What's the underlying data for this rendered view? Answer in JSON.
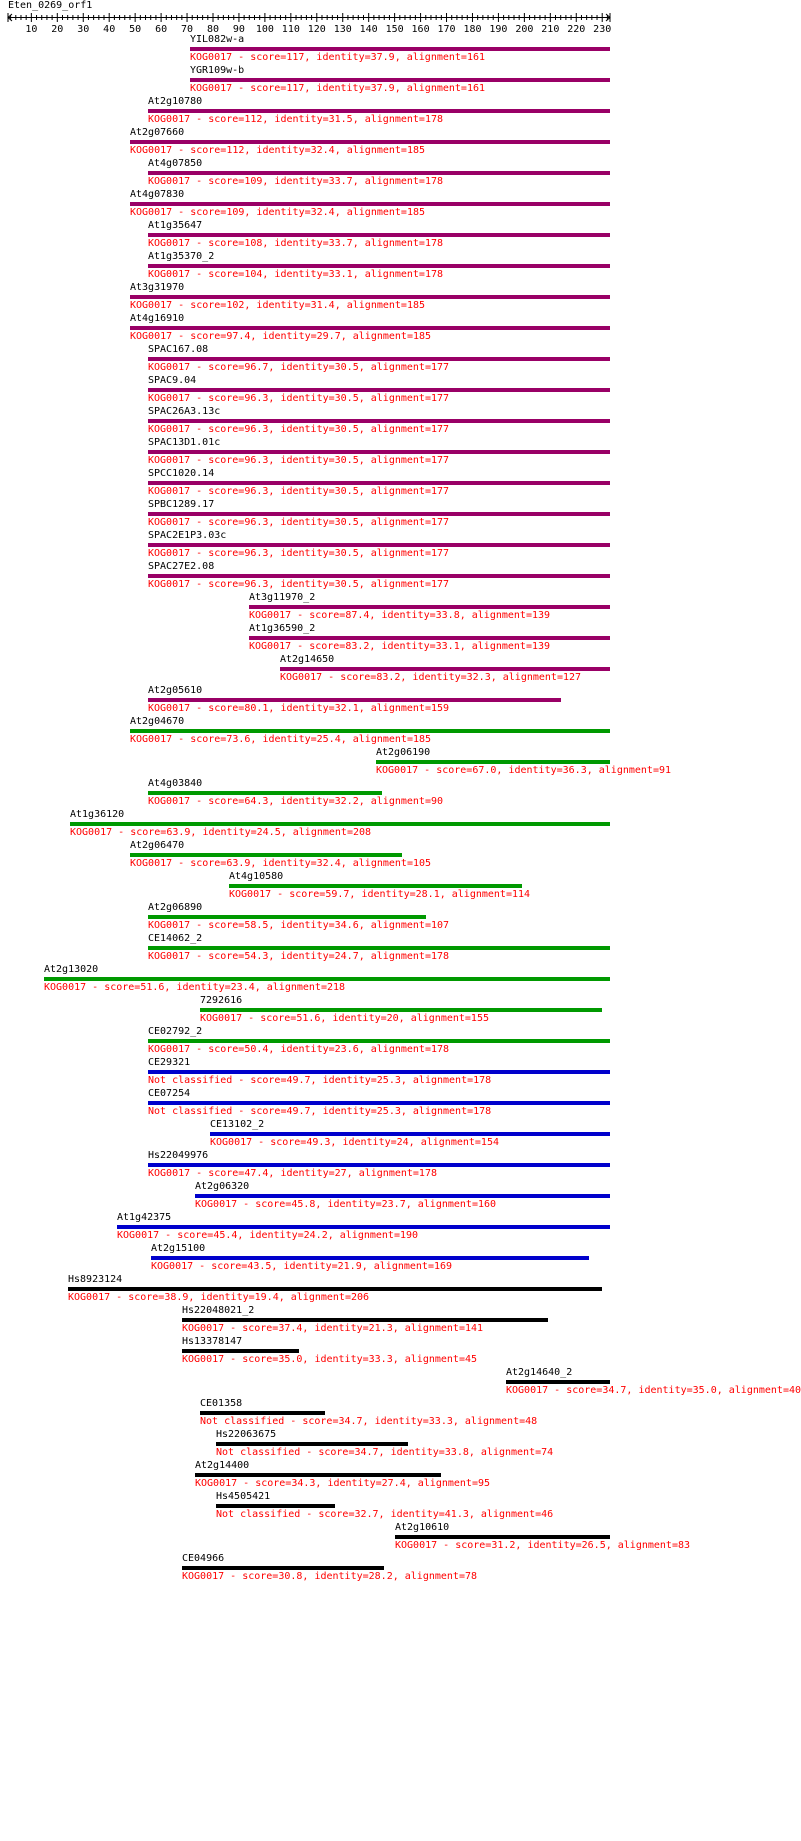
{
  "query": {
    "name": "Eten_0269_orf1",
    "length": 233,
    "ticks": [
      10,
      20,
      30,
      40,
      50,
      60,
      70,
      80,
      90,
      100,
      110,
      120,
      130,
      140,
      150,
      160,
      170,
      180,
      190,
      200,
      210,
      220,
      230
    ]
  },
  "colors": {
    "purple": "#990066",
    "green": "#009900",
    "blue": "#0000cc",
    "black": "#000000",
    "label_red": "#ff0000",
    "ruler": "#000000"
  },
  "hits": [
    {
      "name": "YIL082w-a",
      "start": 71,
      "end": 233,
      "color": "purple",
      "desc": "KOG0017 - score=117, identity=37.9, alignment=161"
    },
    {
      "name": "YGR109w-b",
      "start": 71,
      "end": 233,
      "color": "purple",
      "desc": "KOG0017 - score=117, identity=37.9, alignment=161"
    },
    {
      "name": "At2g10780",
      "start": 55,
      "end": 233,
      "color": "purple",
      "desc": "KOG0017 - score=112, identity=31.5, alignment=178"
    },
    {
      "name": "At2g07660",
      "start": 48,
      "end": 233,
      "color": "purple",
      "desc": "KOG0017 - score=112, identity=32.4, alignment=185"
    },
    {
      "name": "At4g07850",
      "start": 55,
      "end": 233,
      "color": "purple",
      "desc": "KOG0017 - score=109, identity=33.7, alignment=178"
    },
    {
      "name": "At4g07830",
      "start": 48,
      "end": 233,
      "color": "purple",
      "desc": "KOG0017 - score=109, identity=32.4, alignment=185"
    },
    {
      "name": "At1g35647",
      "start": 55,
      "end": 233,
      "color": "purple",
      "desc": "KOG0017 - score=108, identity=33.7, alignment=178"
    },
    {
      "name": "At1g35370_2",
      "start": 55,
      "end": 233,
      "color": "purple",
      "desc": "KOG0017 - score=104, identity=33.1, alignment=178"
    },
    {
      "name": "At3g31970",
      "start": 48,
      "end": 233,
      "color": "purple",
      "desc": "KOG0017 - score=102, identity=31.4, alignment=185"
    },
    {
      "name": "At4g16910",
      "start": 48,
      "end": 233,
      "color": "purple",
      "desc": "KOG0017 - score=97.4, identity=29.7, alignment=185"
    },
    {
      "name": "SPAC167.08",
      "start": 55,
      "end": 233,
      "color": "purple",
      "desc": "KOG0017 - score=96.7, identity=30.5, alignment=177"
    },
    {
      "name": "SPAC9.04",
      "start": 55,
      "end": 233,
      "color": "purple",
      "desc": "KOG0017 - score=96.3, identity=30.5, alignment=177"
    },
    {
      "name": "SPAC26A3.13c",
      "start": 55,
      "end": 233,
      "color": "purple",
      "desc": "KOG0017 - score=96.3, identity=30.5, alignment=177"
    },
    {
      "name": "SPAC13D1.01c",
      "start": 55,
      "end": 233,
      "color": "purple",
      "desc": "KOG0017 - score=96.3, identity=30.5, alignment=177"
    },
    {
      "name": "SPCC1020.14",
      "start": 55,
      "end": 233,
      "color": "purple",
      "desc": "KOG0017 - score=96.3, identity=30.5, alignment=177"
    },
    {
      "name": "SPBC1289.17",
      "start": 55,
      "end": 233,
      "color": "purple",
      "desc": "KOG0017 - score=96.3, identity=30.5, alignment=177"
    },
    {
      "name": "SPAC2E1P3.03c",
      "start": 55,
      "end": 233,
      "color": "purple",
      "desc": "KOG0017 - score=96.3, identity=30.5, alignment=177"
    },
    {
      "name": "SPAC27E2.08",
      "start": 55,
      "end": 233,
      "color": "purple",
      "desc": "KOG0017 - score=96.3, identity=30.5, alignment=177"
    },
    {
      "name": "At3g11970_2",
      "start": 94,
      "end": 233,
      "color": "purple",
      "desc": "KOG0017 - score=87.4, identity=33.8, alignment=139"
    },
    {
      "name": "At1g36590_2",
      "start": 94,
      "end": 233,
      "color": "purple",
      "desc": "KOG0017 - score=83.2, identity=33.1, alignment=139"
    },
    {
      "name": "At2g14650",
      "start": 106,
      "end": 233,
      "color": "purple",
      "desc": "KOG0017 - score=83.2, identity=32.3, alignment=127"
    },
    {
      "name": "At2g05610",
      "start": 55,
      "end": 214,
      "color": "purple",
      "desc": "KOG0017 - score=80.1, identity=32.1, alignment=159"
    },
    {
      "name": "At2g04670",
      "start": 48,
      "end": 233,
      "color": "green",
      "desc": "KOG0017 - score=73.6, identity=25.4, alignment=185"
    },
    {
      "name": "At2g06190",
      "start": 143,
      "end": 233,
      "color": "green",
      "desc": "KOG0017 - score=67.0, identity=36.3, alignment=91"
    },
    {
      "name": "At4g03840",
      "start": 55,
      "end": 145,
      "color": "green",
      "desc": "KOG0017 - score=64.3, identity=32.2, alignment=90"
    },
    {
      "name": "At1g36120",
      "start": 25,
      "end": 233,
      "color": "green",
      "desc": "KOG0017 - score=63.9, identity=24.5, alignment=208"
    },
    {
      "name": "At2g06470",
      "start": 48,
      "end": 153,
      "color": "green",
      "desc": "KOG0017 - score=63.9, identity=32.4, alignment=105"
    },
    {
      "name": "At4g10580",
      "start": 86,
      "end": 199,
      "color": "green",
      "desc": "KOG0017 - score=59.7, identity=28.1, alignment=114"
    },
    {
      "name": "At2g06890",
      "start": 55,
      "end": 162,
      "color": "green",
      "desc": "KOG0017 - score=58.5, identity=34.6, alignment=107"
    },
    {
      "name": "CE14062_2",
      "start": 55,
      "end": 233,
      "color": "green",
      "desc": "KOG0017 - score=54.3, identity=24.7, alignment=178"
    },
    {
      "name": "At2g13020",
      "start": 15,
      "end": 233,
      "color": "green",
      "desc": "KOG0017 - score=51.6, identity=23.4, alignment=218"
    },
    {
      "name": "7292616",
      "start": 75,
      "end": 230,
      "color": "green",
      "desc": "KOG0017 - score=51.6, identity=20, alignment=155"
    },
    {
      "name": "CE02792_2",
      "start": 55,
      "end": 233,
      "color": "green",
      "desc": "KOG0017 - score=50.4, identity=23.6, alignment=178"
    },
    {
      "name": "CE29321",
      "start": 55,
      "end": 233,
      "color": "blue",
      "desc": "Not classified - score=49.7, identity=25.3, alignment=178"
    },
    {
      "name": "CE07254",
      "start": 55,
      "end": 233,
      "color": "blue",
      "desc": "Not classified - score=49.7, identity=25.3, alignment=178"
    },
    {
      "name": "CE13102_2",
      "start": 79,
      "end": 233,
      "color": "blue",
      "desc": "KOG0017 - score=49.3, identity=24, alignment=154"
    },
    {
      "name": "Hs22049976",
      "start": 55,
      "end": 233,
      "color": "blue",
      "desc": "KOG0017 - score=47.4, identity=27, alignment=178"
    },
    {
      "name": "At2g06320",
      "start": 73,
      "end": 233,
      "color": "blue",
      "desc": "KOG0017 - score=45.8, identity=23.7, alignment=160"
    },
    {
      "name": "At1g42375",
      "start": 43,
      "end": 233,
      "color": "blue",
      "desc": "KOG0017 - score=45.4, identity=24.2, alignment=190"
    },
    {
      "name": "At2g15100",
      "start": 56,
      "end": 225,
      "color": "blue",
      "desc": "KOG0017 - score=43.5, identity=21.9, alignment=169"
    },
    {
      "name": "Hs8923124",
      "start": 24,
      "end": 230,
      "color": "black",
      "desc": "KOG0017 - score=38.9, identity=19.4, alignment=206"
    },
    {
      "name": "Hs22048021_2",
      "start": 68,
      "end": 209,
      "color": "black",
      "desc": "KOG0017 - score=37.4, identity=21.3, alignment=141"
    },
    {
      "name": "Hs13378147",
      "start": 68,
      "end": 113,
      "color": "black",
      "desc": "KOG0017 - score=35.0, identity=33.3, alignment=45"
    },
    {
      "name": "At2g14640_2",
      "start": 193,
      "end": 233,
      "color": "black",
      "desc": "KOG0017 - score=34.7, identity=35.0, alignment=40"
    },
    {
      "name": "CE01358",
      "start": 75,
      "end": 123,
      "color": "black",
      "desc": "Not classified - score=34.7, identity=33.3, alignment=48"
    },
    {
      "name": "Hs22063675",
      "start": 81,
      "end": 155,
      "color": "black",
      "desc": "Not classified - score=34.7, identity=33.8, alignment=74"
    },
    {
      "name": "At2g14400",
      "start": 73,
      "end": 168,
      "color": "black",
      "desc": "KOG0017 - score=34.3, identity=27.4, alignment=95"
    },
    {
      "name": "Hs4505421",
      "start": 81,
      "end": 127,
      "color": "black",
      "desc": "Not classified - score=32.7, identity=41.3, alignment=46"
    },
    {
      "name": "At2g10610",
      "start": 150,
      "end": 233,
      "color": "black",
      "desc": "KOG0017 - score=31.2, identity=26.5, alignment=83"
    },
    {
      "name": "CE04966",
      "start": 68,
      "end": 146,
      "color": "black",
      "desc": "KOG0017 - score=30.8, identity=28.2, alignment=78"
    }
  ]
}
